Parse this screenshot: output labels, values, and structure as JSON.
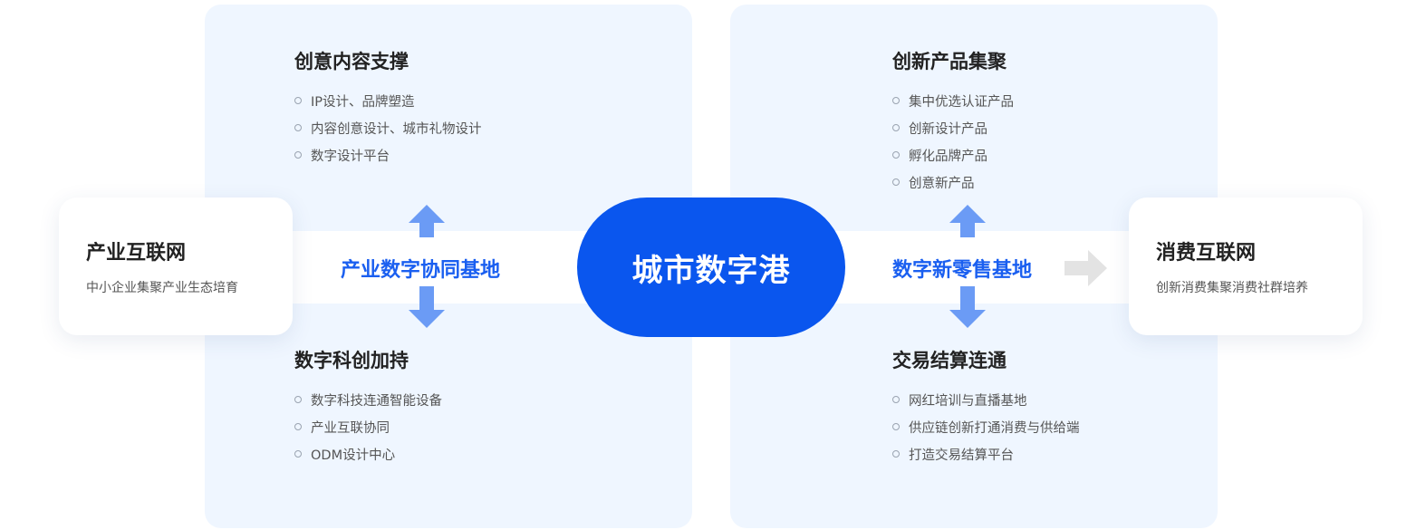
{
  "hub": {
    "title": "城市数字港"
  },
  "left_card": {
    "title": "产业互联网",
    "subtitle": "中小企业集聚产业生态培育"
  },
  "right_card": {
    "title": "消费互联网",
    "subtitle": "创新消费集聚消费社群培养"
  },
  "left_base": {
    "label": "产业数字协同基地"
  },
  "right_base": {
    "label": "数字新零售基地"
  },
  "groups": {
    "creative": {
      "title": "创意内容支撑",
      "items": [
        "IP设计、品牌塑造",
        "内容创意设计、城市礼物设计",
        "数字设计平台"
      ]
    },
    "tech": {
      "title": "数字科创加持",
      "items": [
        "数字科技连通智能设备",
        "产业互联协同",
        "ODM设计中心"
      ]
    },
    "product": {
      "title": "创新产品集聚",
      "items": [
        "集中优选认证产品",
        "创新设计产品",
        "孵化品牌产品",
        "创意新产品"
      ]
    },
    "trade": {
      "title": "交易结算连通",
      "items": [
        "网红培训与直播基地",
        "供应链创新打通消费与供给端",
        "打造交易结算平台"
      ]
    }
  },
  "colors": {
    "hub": "#0a56ee",
    "label_blue": "#1a5ff0",
    "arrow_blue": "#6b9bf5",
    "arrow_gray": "#e3e3e3",
    "panel": "#eff6ff"
  }
}
